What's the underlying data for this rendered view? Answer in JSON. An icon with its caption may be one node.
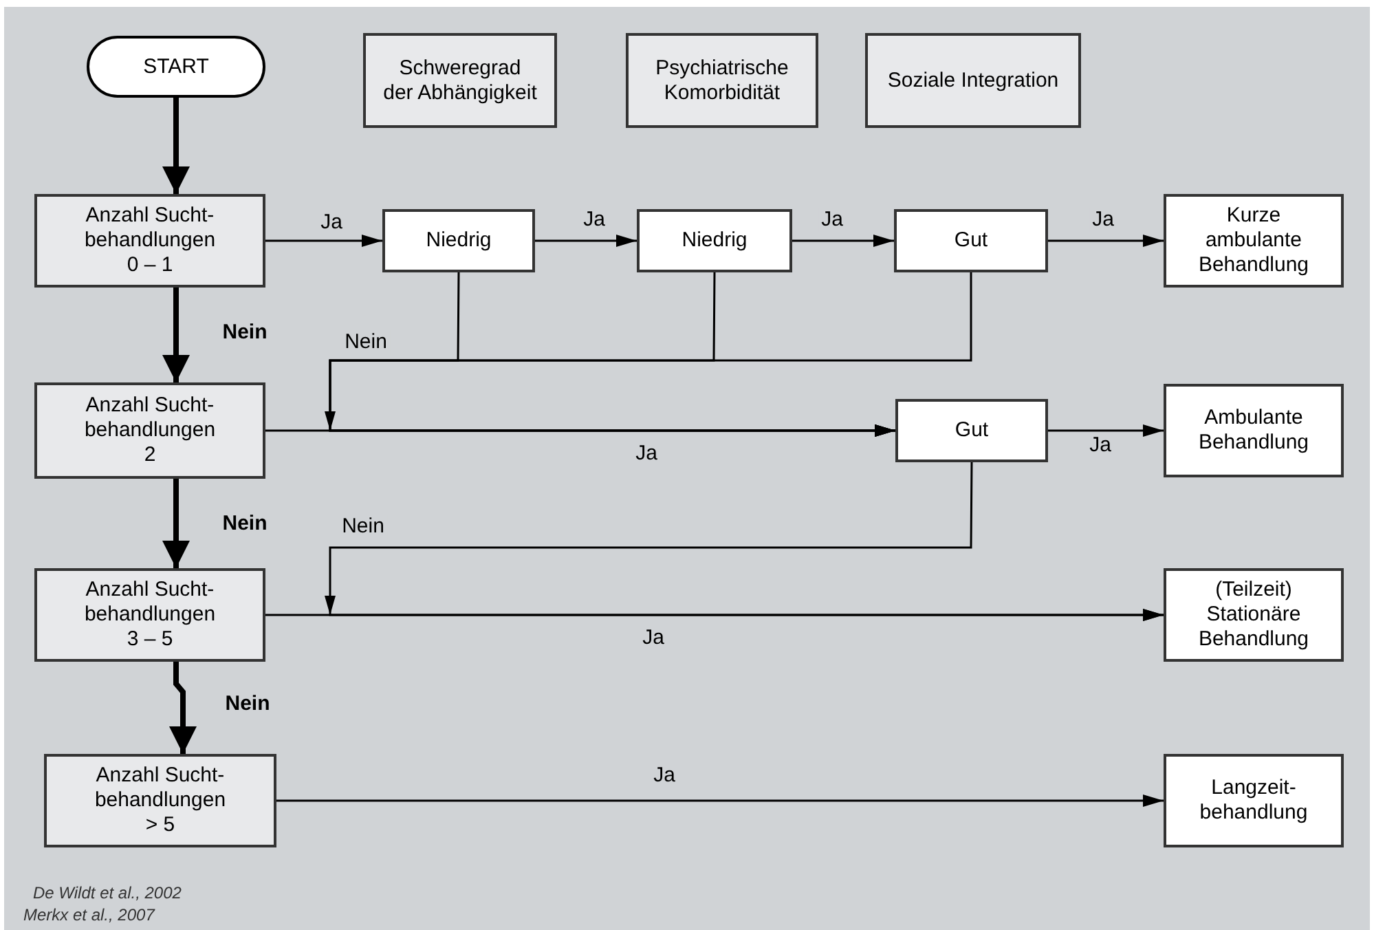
{
  "diagram": {
    "nodes": [
      {
        "text": [
          "START"
        ]
      },
      {
        "text": [
          "Schweregrad der Abhängigkeit"
        ]
      },
      {
        "text": [
          "Psychiatrische Komorbidität"
        ]
      },
      {
        "text": [
          "Soziale Integration"
        ]
      },
      {
        "text": [
          "Anzahl Sucht- behandlungen 0 – 1"
        ]
      },
      {
        "text": [
          "Niedrig"
        ]
      },
      {
        "text": [
          "Niedrig"
        ]
      },
      {
        "text": [
          "Gut"
        ]
      },
      {
        "text": [
          "Kurze ambulante Behandlung"
        ]
      },
      {
        "text": [
          "Anzahl Sucht- behandlungen 2"
        ]
      },
      {
        "text": [
          "Gut"
        ]
      },
      {
        "text": [
          "Ambulante Behandlung"
        ]
      },
      {
        "text": [
          "Anzahl Sucht- behandlungen 3 – 5"
        ]
      },
      {
        "text": [
          "(Teilzeit) Stationäre Behandlung"
        ]
      },
      {
        "text": [
          "Anzahl Sucht- behandlungen > 5"
        ]
      },
      {
        "text": [
          "Langzeit- behandlung"
        ]
      }
    ],
    "edges": [
      {
        "from": 0,
        "to": 4,
        "arrow": "to",
        "style": "thick"
      },
      {
        "from": 4,
        "to": 5,
        "arrow": "to",
        "label": "Ja"
      },
      {
        "from": 5,
        "to": 6,
        "arrow": "to",
        "label": "Ja"
      },
      {
        "from": 6,
        "to": 7,
        "arrow": "to",
        "label": "Ja"
      },
      {
        "from": 7,
        "to": 8,
        "arrow": "to",
        "label": "Ja"
      },
      {
        "from": 4,
        "to": 9,
        "arrow": "to",
        "style": "thick",
        "label": "Nein"
      },
      {
        "from": 5,
        "to": 10,
        "arrow": "to",
        "label": "Nein"
      },
      {
        "from": 6,
        "to": 10,
        "arrow": "to"
      },
      {
        "from": 7,
        "to": 10,
        "arrow": "to"
      },
      {
        "from": 9,
        "to": 10,
        "arrow": "to",
        "label": "Ja"
      },
      {
        "from": 10,
        "to": 11,
        "arrow": "to",
        "label": "Ja"
      },
      {
        "from": 9,
        "to": 12,
        "arrow": "to",
        "style": "thick",
        "label": "Nein"
      },
      {
        "from": 10,
        "to": 13,
        "arrow": "to",
        "label": "Nein"
      },
      {
        "from": 12,
        "to": 13,
        "arrow": "to",
        "label": "Ja"
      },
      {
        "from": 12,
        "to": 14,
        "arrow": "to",
        "style": "thick",
        "label": "Nein"
      },
      {
        "from": 14,
        "to": 15,
        "arrow": "to",
        "label": "Ja"
      }
    ],
    "labels": [
      "De Wildt et al., 2002",
      "Merkx et al., 2007"
    ]
  }
}
